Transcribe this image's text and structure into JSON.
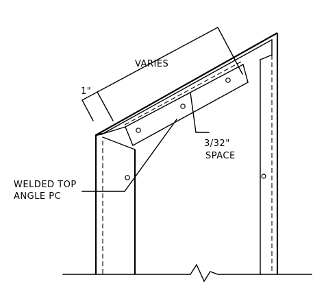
{
  "labels": {
    "varies": "VARIES",
    "one_inch": "1\"",
    "space_line1": "3/32\"",
    "space_line2": "SPACE",
    "welded_line1": "WELDED TOP",
    "welded_line2": "ANGLE PC"
  },
  "colors": {
    "ink": "#000000",
    "paper": "#ffffff"
  }
}
